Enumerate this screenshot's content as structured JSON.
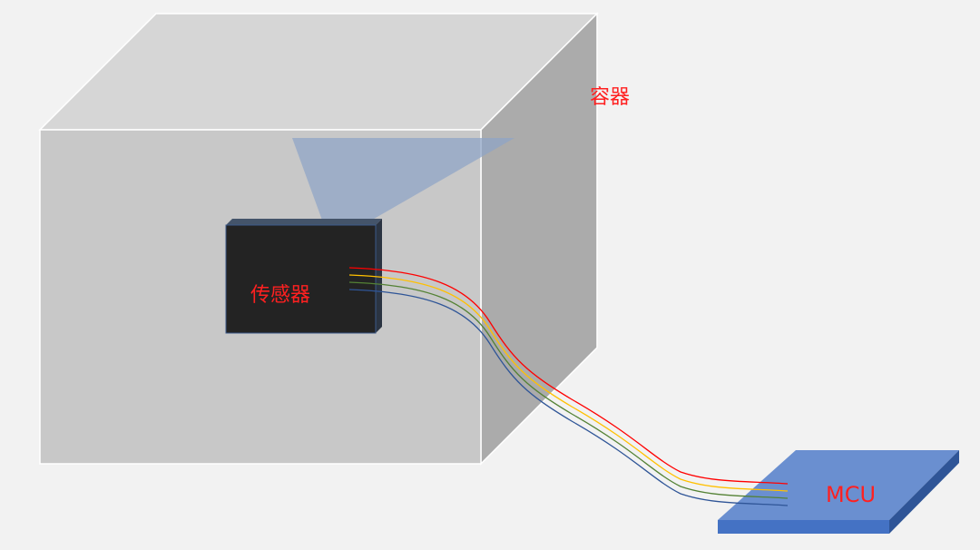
{
  "labels": {
    "container": "容器",
    "sensor": "传感器",
    "mcu": "MCU"
  },
  "colors": {
    "background": "#f2f2f2",
    "container_front": "#c8c8c8",
    "container_top": "#d6d6d6",
    "container_side": "#ababab",
    "sensor_body": "#232323",
    "sensing_beam": "#8ea3c6",
    "mcu_top": "#6a8fd0",
    "mcu_front": "#4472c4",
    "mcu_side": "#2f5597",
    "label_text": "#ff2020"
  },
  "wires": [
    {
      "color": "#ff0000"
    },
    {
      "color": "#ffc000"
    },
    {
      "color": "#548235"
    },
    {
      "color": "#2f5597"
    }
  ]
}
